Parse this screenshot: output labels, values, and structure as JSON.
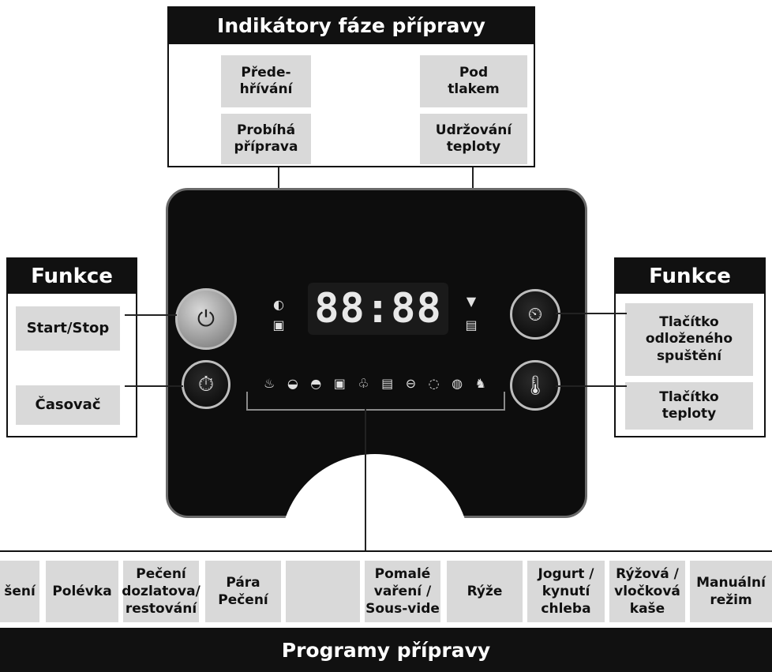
{
  "top_box": {
    "title": "Indikátory fáze přípravy",
    "labels": [
      "Přede-\nhřívání",
      "Pod\ntlakem",
      "Probíhá\npříprava",
      "Udržování\nteploty"
    ]
  },
  "left_box": {
    "title": "Funkce",
    "labels": [
      "Start/Stop",
      "Časovač"
    ]
  },
  "right_box": {
    "title": "Funkce",
    "labels": [
      "Tlačítko\nodloženého\nspuštění",
      "Tlačítko\nteploty"
    ]
  },
  "display": {
    "text": "88:88"
  },
  "programs": {
    "labels": [
      "šení",
      "Polévka",
      "Pečení\ndozlatova/\nrestování",
      "Pára Pečení",
      "",
      "Pomalé\nvaření /\nSous-vide",
      "Rýže",
      "Jogurt /\nkynutí\nchleba",
      "Rýžová /\nvločková\nkaše",
      "Manuální\nrežim"
    ],
    "footer": "Programy přípravy"
  },
  "icons": {
    "panel_program_icons": [
      "program-icon-1",
      "program-icon-2",
      "program-icon-3",
      "program-icon-4",
      "program-icon-5",
      "program-icon-6",
      "program-icon-7",
      "program-icon-8",
      "program-icon-9",
      "program-icon-10"
    ]
  }
}
